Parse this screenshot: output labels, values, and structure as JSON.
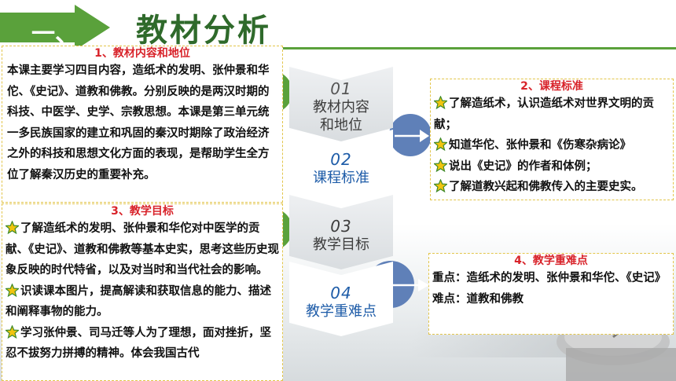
{
  "header": {
    "number": "一、",
    "title": "教材分析"
  },
  "section1": {
    "title": "1、教材内容和地位",
    "body": "本课主要学习四目内容，造纸术的发明、张仲景和华佗、《史记》、道教和佛教。分别反映的是两汉时期的科技、中医学、史学、宗教思想。本课是第三单元统一多民族国家的建立和巩固的秦汉时期除了政治经济之外的科技和思想文化方面的表现，是帮助学生全方位了解秦汉历史的重要补充。"
  },
  "section2": {
    "title": "2、课程标准",
    "items": [
      "了解造纸术，认识造纸术对世界文明的贡献；",
      "知道华佗、张仲景和《伤寒杂病论》",
      "说出《史记》的作者和体例；",
      "了解道教兴起和佛教传入的主要史实。"
    ]
  },
  "section3": {
    "title": "3、教学目标",
    "items": [
      "了解造纸术的发明、张仲景和华佗对中医学的贡献、《史记》、道教和佛教等基本史实，思考这些历史现象反映的时代特省，以及对当时和当代社会的影响。",
      "识读课本图片，提高解读和获取信息的能力、描述和阐释事物的能力。",
      "学习张仲景、司马迁等人为了理想，面对挫折，坚忍不拔努力拼搏的精神。体会我国古代"
    ]
  },
  "section4": {
    "title": "4、教学重难点",
    "key_point": "重点：造纸术的发明、张仲景和华佗、《史记》",
    "difficult_point": "难点：道教和佛教"
  },
  "nav": [
    {
      "num": "01",
      "label_line1": "教材内容",
      "label_line2": "和地位"
    },
    {
      "num": "02",
      "label_line1": "课程标准",
      "label_line2": ""
    },
    {
      "num": "03",
      "label_line1": "教学目标",
      "label_line2": ""
    },
    {
      "num": "04",
      "label_line1": "教学重难点",
      "label_line2": ""
    }
  ],
  "colors": {
    "accent_green": "#5aa13b",
    "title_green": "#2f6a2b",
    "heading_red": "#d8232a",
    "nav_blue": "#1e5ca8",
    "circle_blue": "#5f80b8",
    "border_gold": "#e2c54a"
  },
  "icons": [
    "star-icon",
    "right-arrow-icon",
    "banner-arrow-icon"
  ]
}
